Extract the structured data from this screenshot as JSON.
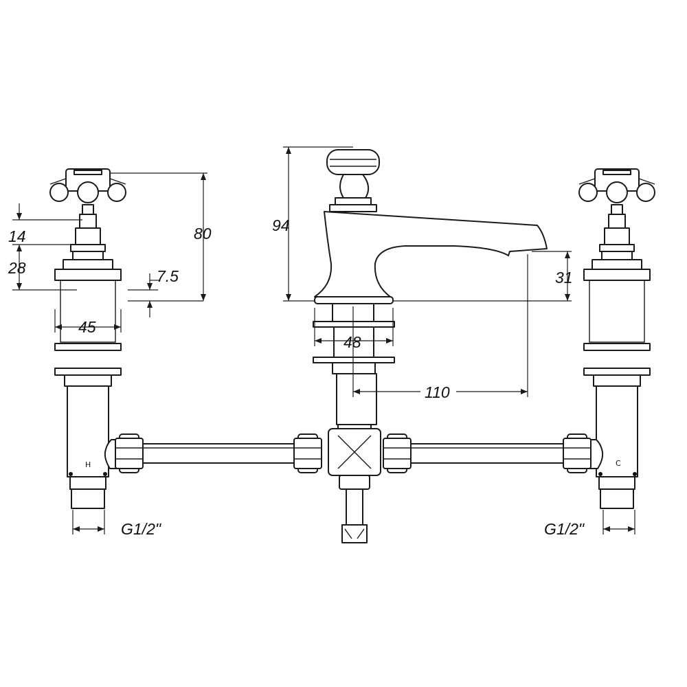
{
  "dimensions": {
    "handle_spacer_height": "14",
    "handle_body_height": "28",
    "deck_plate_thickness": "7.5",
    "handle_total_height": "80",
    "handle_shank_width": "45",
    "spout_total_height": "94",
    "spout_outlet_height": "31",
    "spout_shank_width": "48",
    "spout_projection": "110",
    "thread_left": "G1/2\"",
    "thread_right": "G1/2\""
  },
  "markings": {
    "hot": "H",
    "cold": "C"
  },
  "colors": {
    "line": "#1a1a1a",
    "background": "#ffffff"
  }
}
